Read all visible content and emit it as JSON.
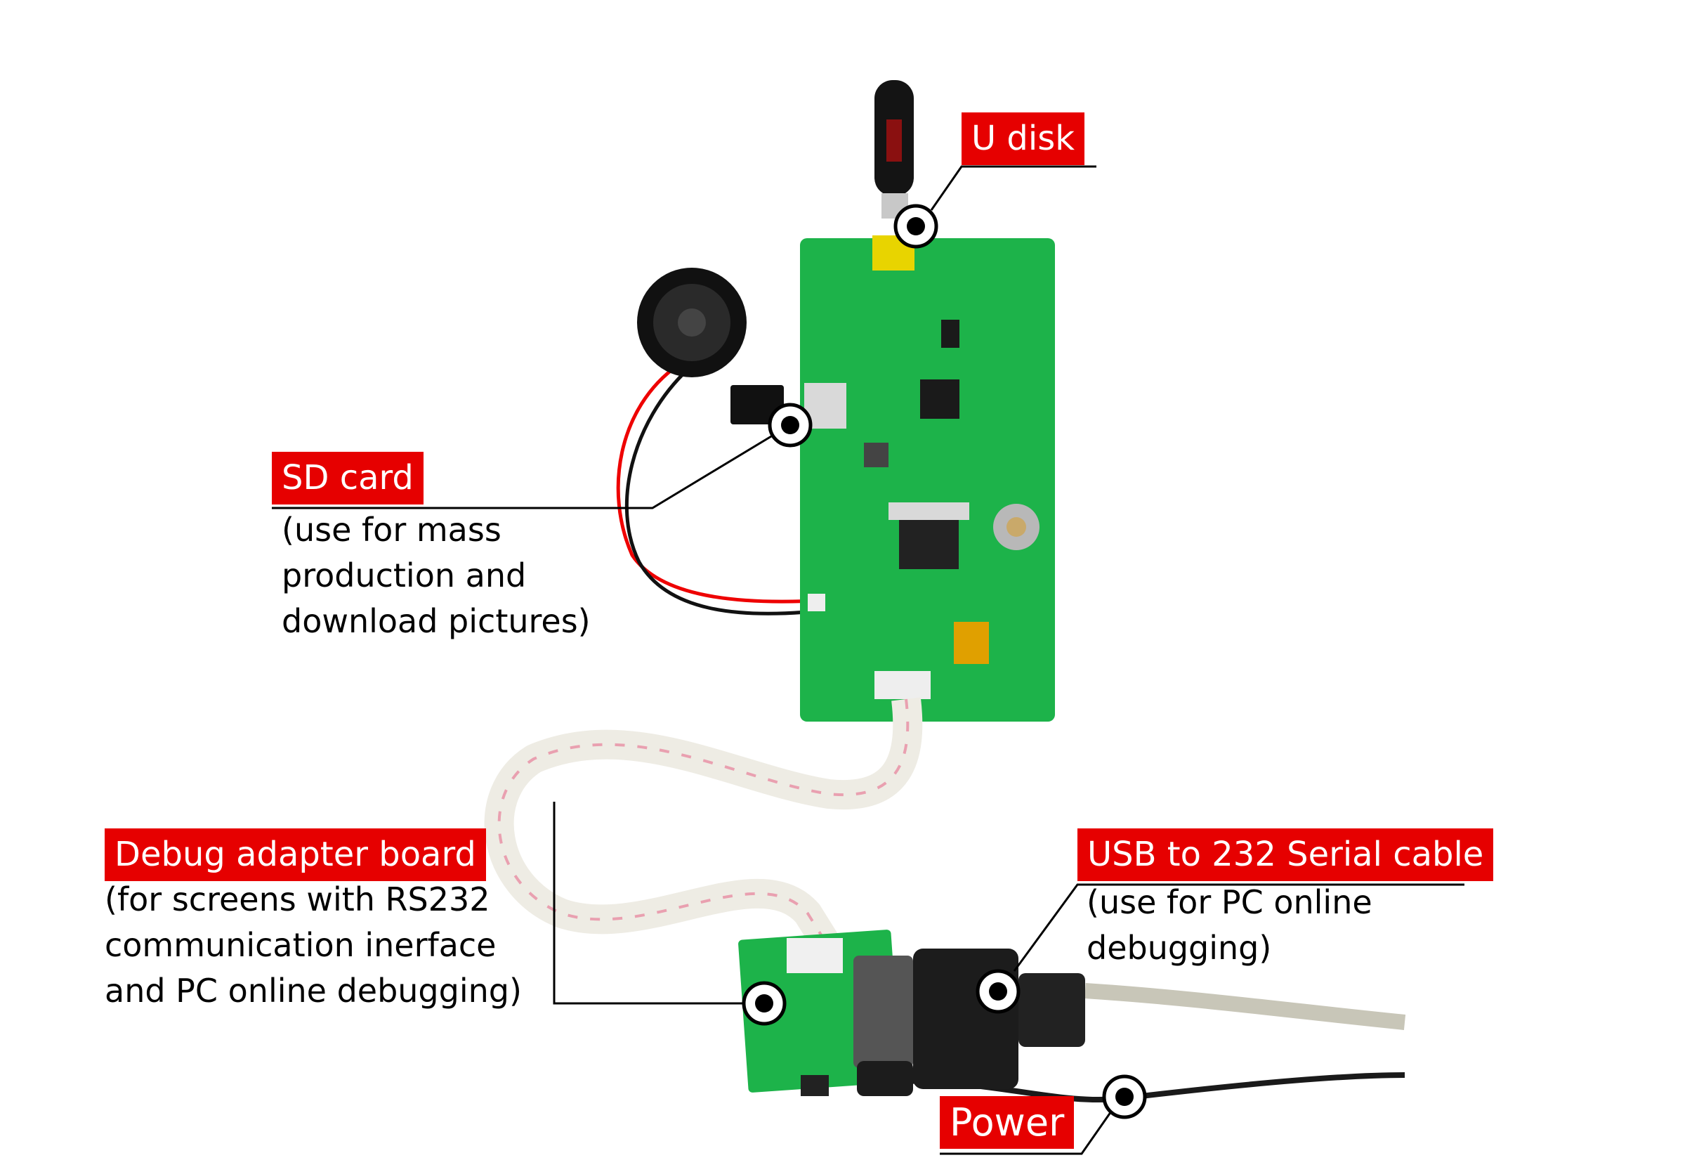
{
  "labels": {
    "u_disk": {
      "title": "U disk"
    },
    "sd_card": {
      "title": "SD card",
      "desc": [
        "(use for mass",
        "production and",
        "download pictures)"
      ]
    },
    "debug_board": {
      "title": "Debug adapter board",
      "desc": [
        "(for screens with RS232",
        "communication inerface",
        "and PC online debugging)"
      ]
    },
    "usb_serial": {
      "title": "USB to 232 Serial cable",
      "desc": [
        "(use for PC online",
        "debugging)"
      ]
    },
    "power": {
      "title": "Power"
    }
  },
  "colors": {
    "label_bg": "#e60000",
    "pcb": "#1db34a",
    "ribbon": "#f1efe8"
  }
}
